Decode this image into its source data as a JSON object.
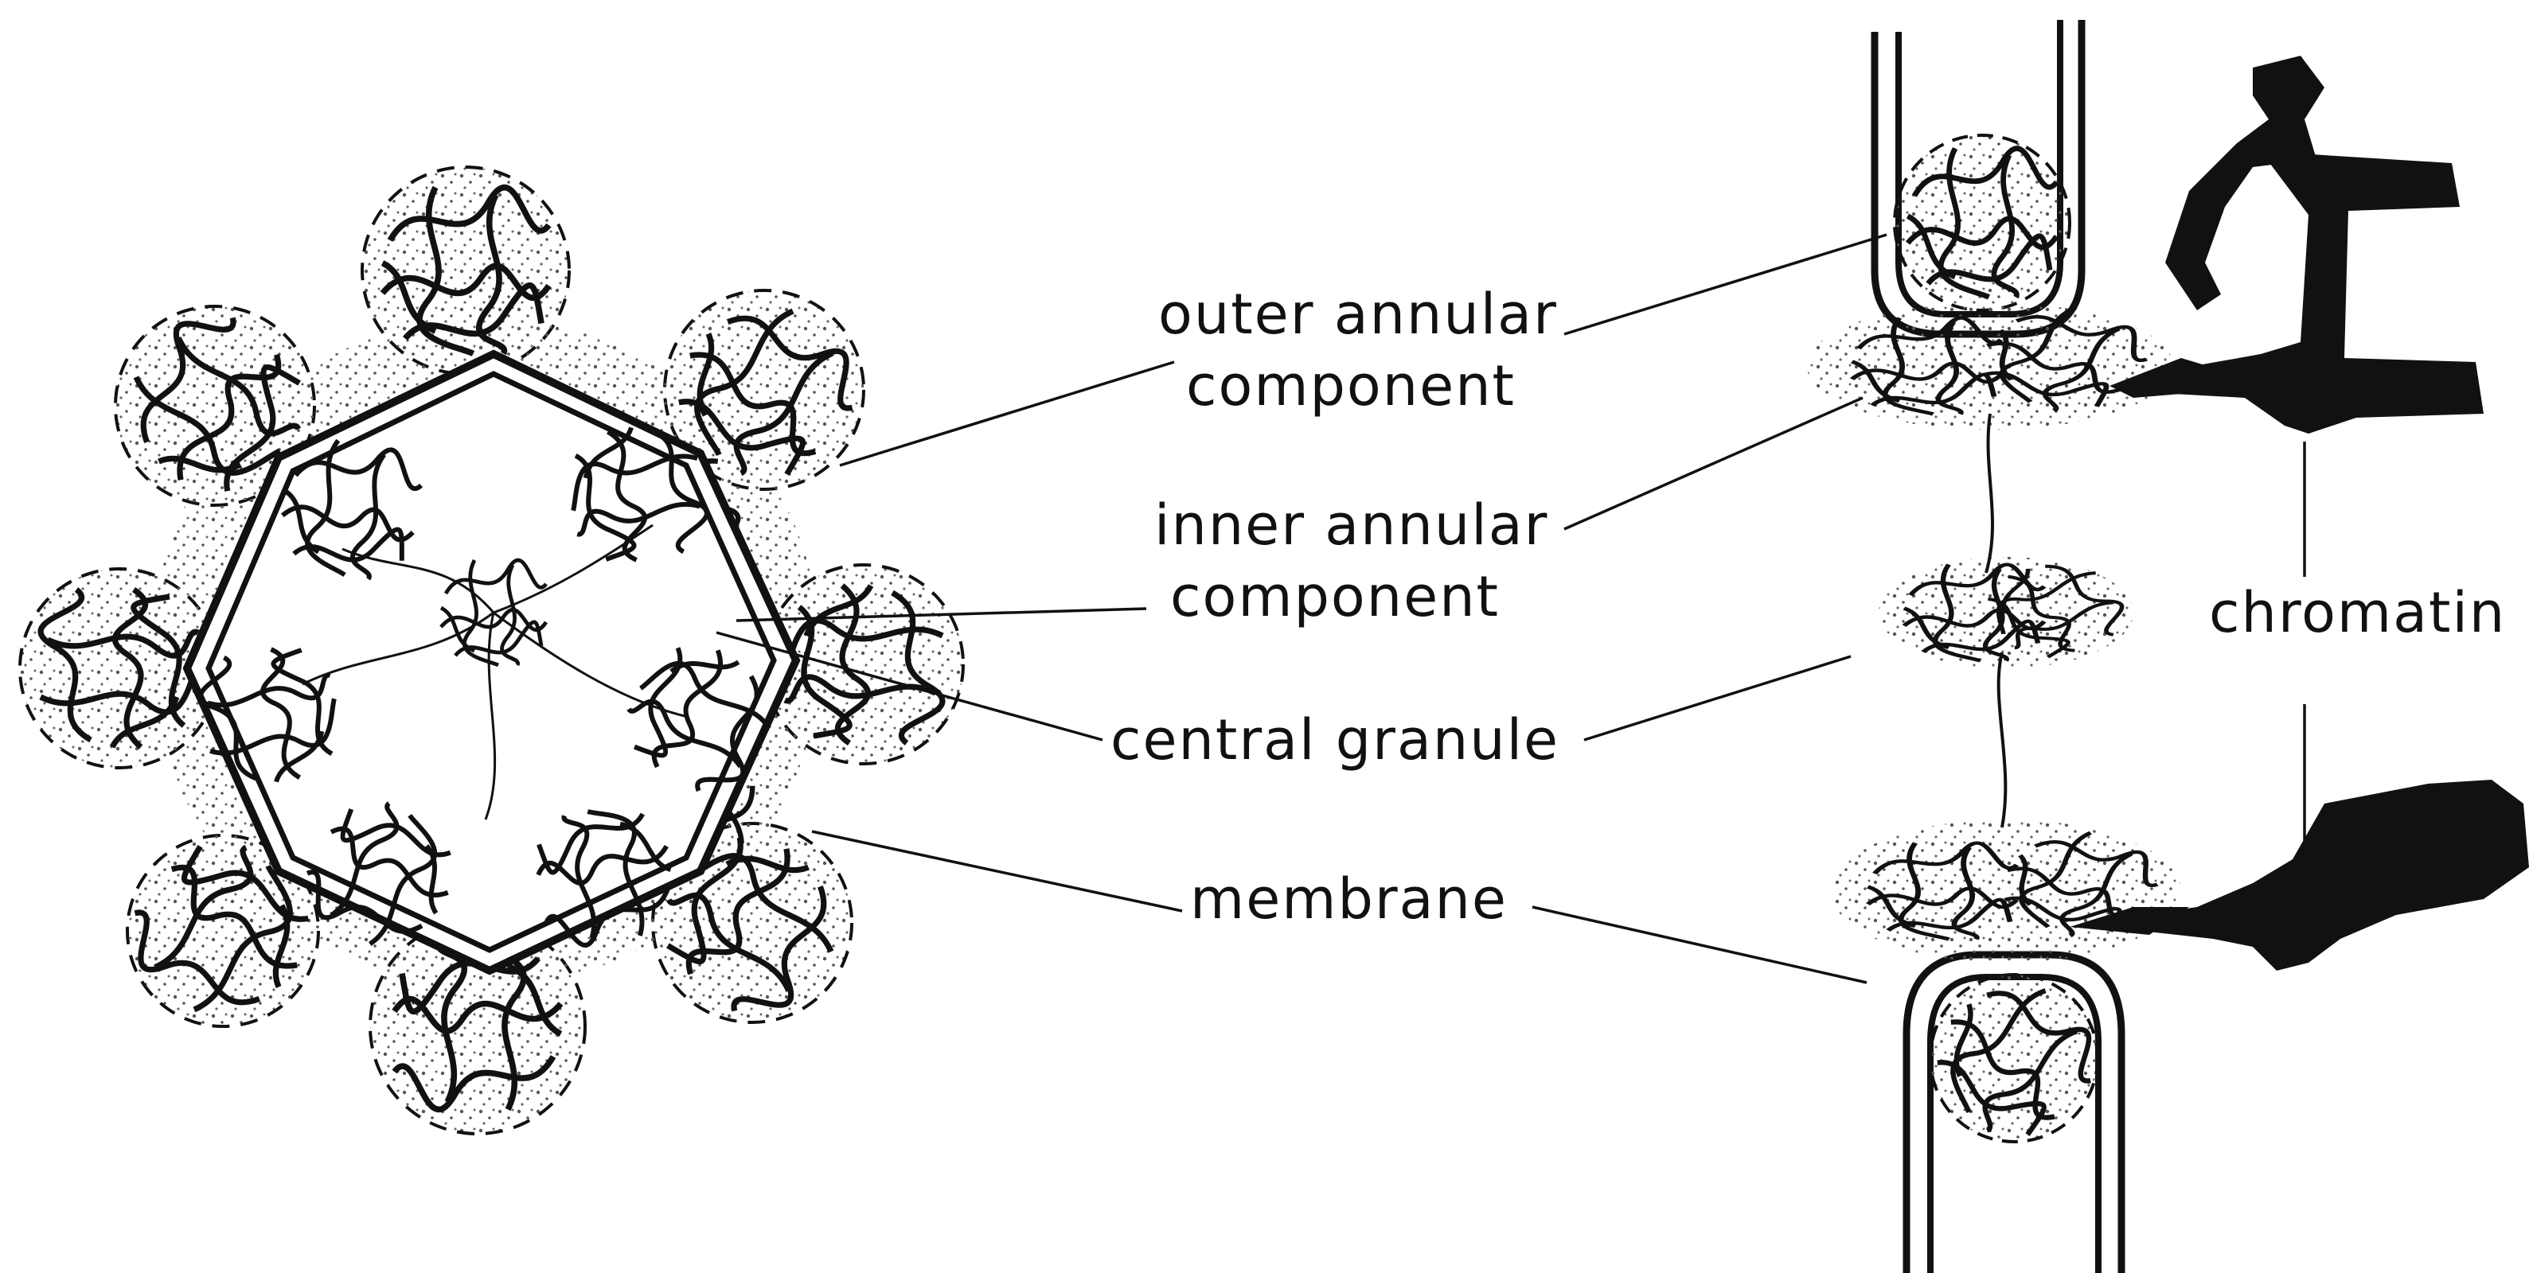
{
  "figure": {
    "labels": {
      "outer_annular_1": "outer annular",
      "outer_annular_2": "component",
      "inner_annular_1": "inner annular",
      "inner_annular_2": "component",
      "central_granule": "central granule",
      "membrane": "membrane",
      "chromatin": "chromatin"
    },
    "colors": {
      "ink": "#111111",
      "background": "#ffffff",
      "stipple": "#555555"
    }
  }
}
